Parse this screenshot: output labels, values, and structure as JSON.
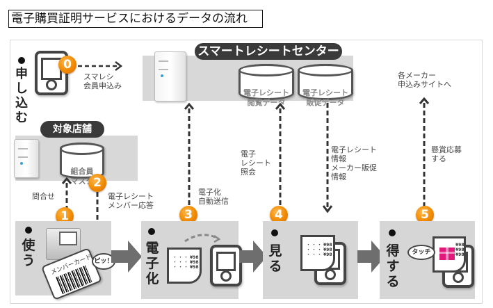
{
  "title": "電子購買証明サービスにおけるデータの流れ",
  "colors": {
    "badge_orange": "#f08a00",
    "pill_dark": "#3a3a3a",
    "band_gray": "#d8d8d8",
    "gift_pink": "#e0197a",
    "server_led": "#3aa0d8"
  },
  "sections": {
    "apply": {
      "label": "申\nし\n込\nむ",
      "badge": "0",
      "arrow_label": "スマレシ\n会員申込み"
    },
    "smart_receipt_center": {
      "label": "スマートレシートセンター",
      "databases": [
        {
          "label": "電子レシート\n閲覧データ"
        },
        {
          "label": "電子レシート\n販促データ"
        }
      ]
    },
    "store": {
      "label": "対象店舗",
      "database": "組合員\nマスタ"
    },
    "maker_site": {
      "label": "各メーカー\n申込みサイトへ"
    }
  },
  "flows": [
    {
      "badge": "1",
      "label": "問合せ"
    },
    {
      "badge": "2",
      "label": "電子レシート\nメンバー応答"
    },
    {
      "badge": "3",
      "label": "電子化\n自動送信"
    },
    {
      "badge": "4",
      "label": "電子\nレシート\n照会"
    },
    {
      "badge": "",
      "label": "電子レシート\n情報\nメーカー販促\n情報"
    },
    {
      "badge": "5",
      "label": "懸賞応募\nする"
    }
  ],
  "steps": [
    {
      "label": "使\nう",
      "card_text": "メンバーカード",
      "bubble": "ピッ！"
    },
    {
      "label": "電\n子\n化"
    },
    {
      "label": "見\nる"
    },
    {
      "label": "得\nす\nる",
      "bubble": "タッチ"
    }
  ],
  "receipt": {
    "dots": "・・・・\n・・・・\n・・・・",
    "prices": "¥98\n¥98\n¥98"
  }
}
